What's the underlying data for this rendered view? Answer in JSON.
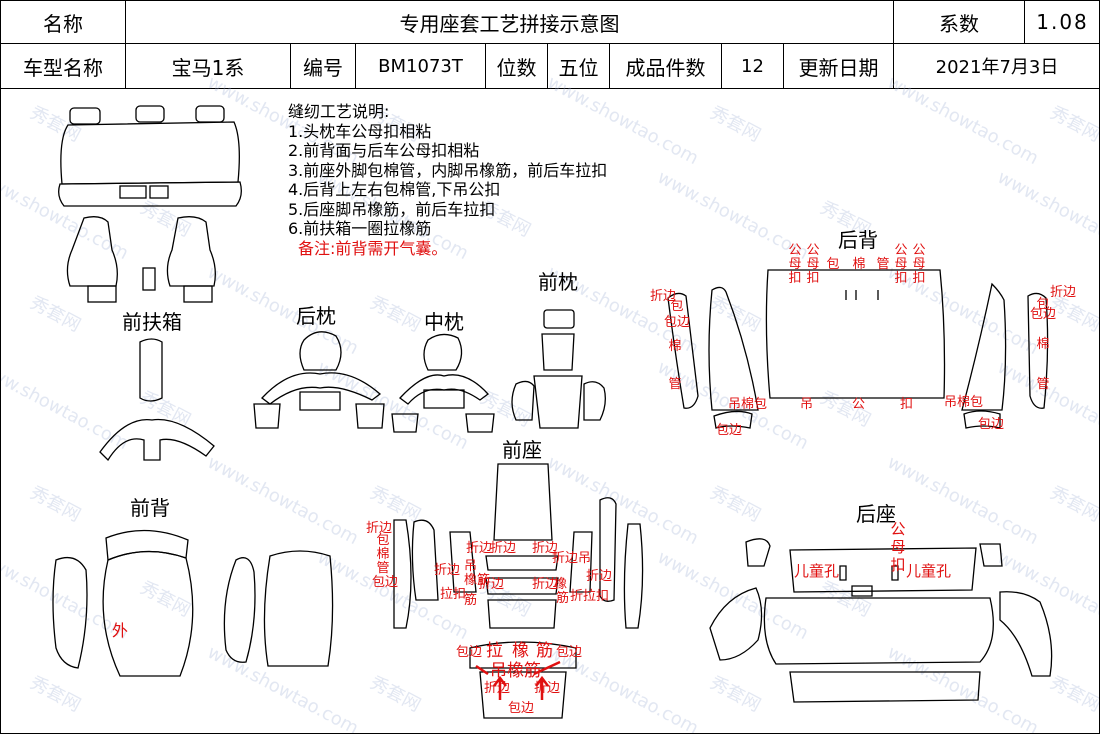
{
  "header": {
    "row1": {
      "name_label": "名称",
      "title": "专用座套工艺拼接示意图",
      "coef_label": "系数",
      "coef_value": "1.08"
    },
    "row2": {
      "model_label": "车型名称",
      "model_value": "宝马1系",
      "code_label": "编号",
      "code_value": "BM1073T",
      "seats_label": "位数",
      "seats_value": "五位",
      "pieces_label": "成品件数",
      "pieces_value": "12",
      "date_label": "更新日期",
      "date_value": "2021年7月3日"
    }
  },
  "notes": {
    "heading": "缝纫工艺说明:",
    "items": [
      "1.头枕车公母扣相粘",
      "2.前背面与后车公母扣相粘",
      "3.前座外脚包棉管，内脚吊橡筋，前后车拉扣",
      "4.后背上左右包棉管,下吊公扣",
      "5.后座脚吊橡筋，前后车拉扣",
      "6.前扶箱一圈拉橡筋"
    ],
    "remark": "备注:前背需开气囊。"
  },
  "labels": {
    "front_armrest": "前扶箱",
    "rear_headrest": "后枕",
    "middle_headrest": "中枕",
    "front_headrest": "前枕",
    "rear_back": "后背",
    "front_seat": "前座",
    "front_back": "前背",
    "rear_seat": "后座"
  },
  "annotations": {
    "rb_gong": "公",
    "rb_mu": "母",
    "rb_kou": "扣",
    "rb_bao": "包",
    "rb_mian": "棉",
    "rb_guan": "管",
    "fold_edge": "折边",
    "wrap_edge": "包边",
    "hang": "吊",
    "pull": "拉",
    "rubber": "橡",
    "tendon": "筋",
    "hang_rubber": "吊橡筋",
    "child_hole": "儿童孔",
    "outer": "外",
    "wrap": "包",
    "hang_wrap": "吊棉包",
    "fold_pull": "折拉扣",
    "rubber_tendon": "橡筋",
    "fold_hang": "折边吊",
    "pull_kou": "拉扣"
  },
  "watermark": {
    "text_a": "秀套网",
    "text_b": "www.showtao.com"
  }
}
